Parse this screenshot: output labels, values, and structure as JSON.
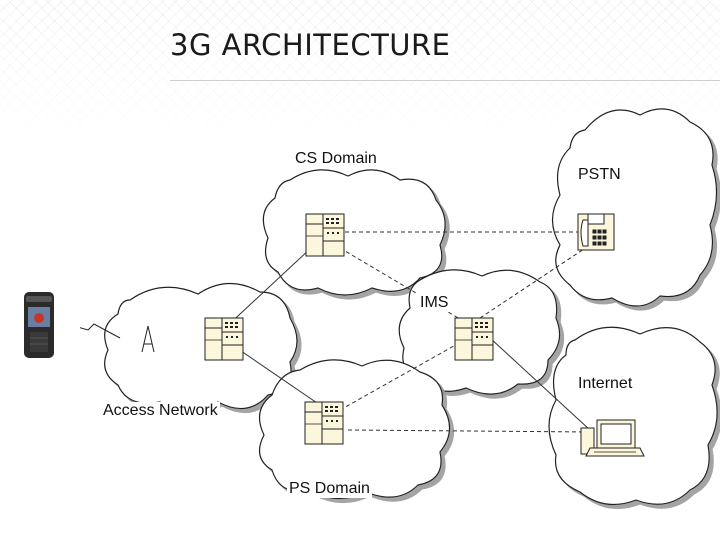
{
  "slide": {
    "title": "3G ARCHITECTURE"
  },
  "domains": {
    "cs": "CS Domain",
    "pstn": "PSTN",
    "ims": "IMS",
    "internet": "Internet",
    "access": "Access Network",
    "ps": "PS Domain"
  },
  "colors": {
    "cloud_fill": "#ffffff",
    "cloud_stroke": "#222222",
    "server_fill": "#fbf6dc",
    "link": "#333333"
  }
}
